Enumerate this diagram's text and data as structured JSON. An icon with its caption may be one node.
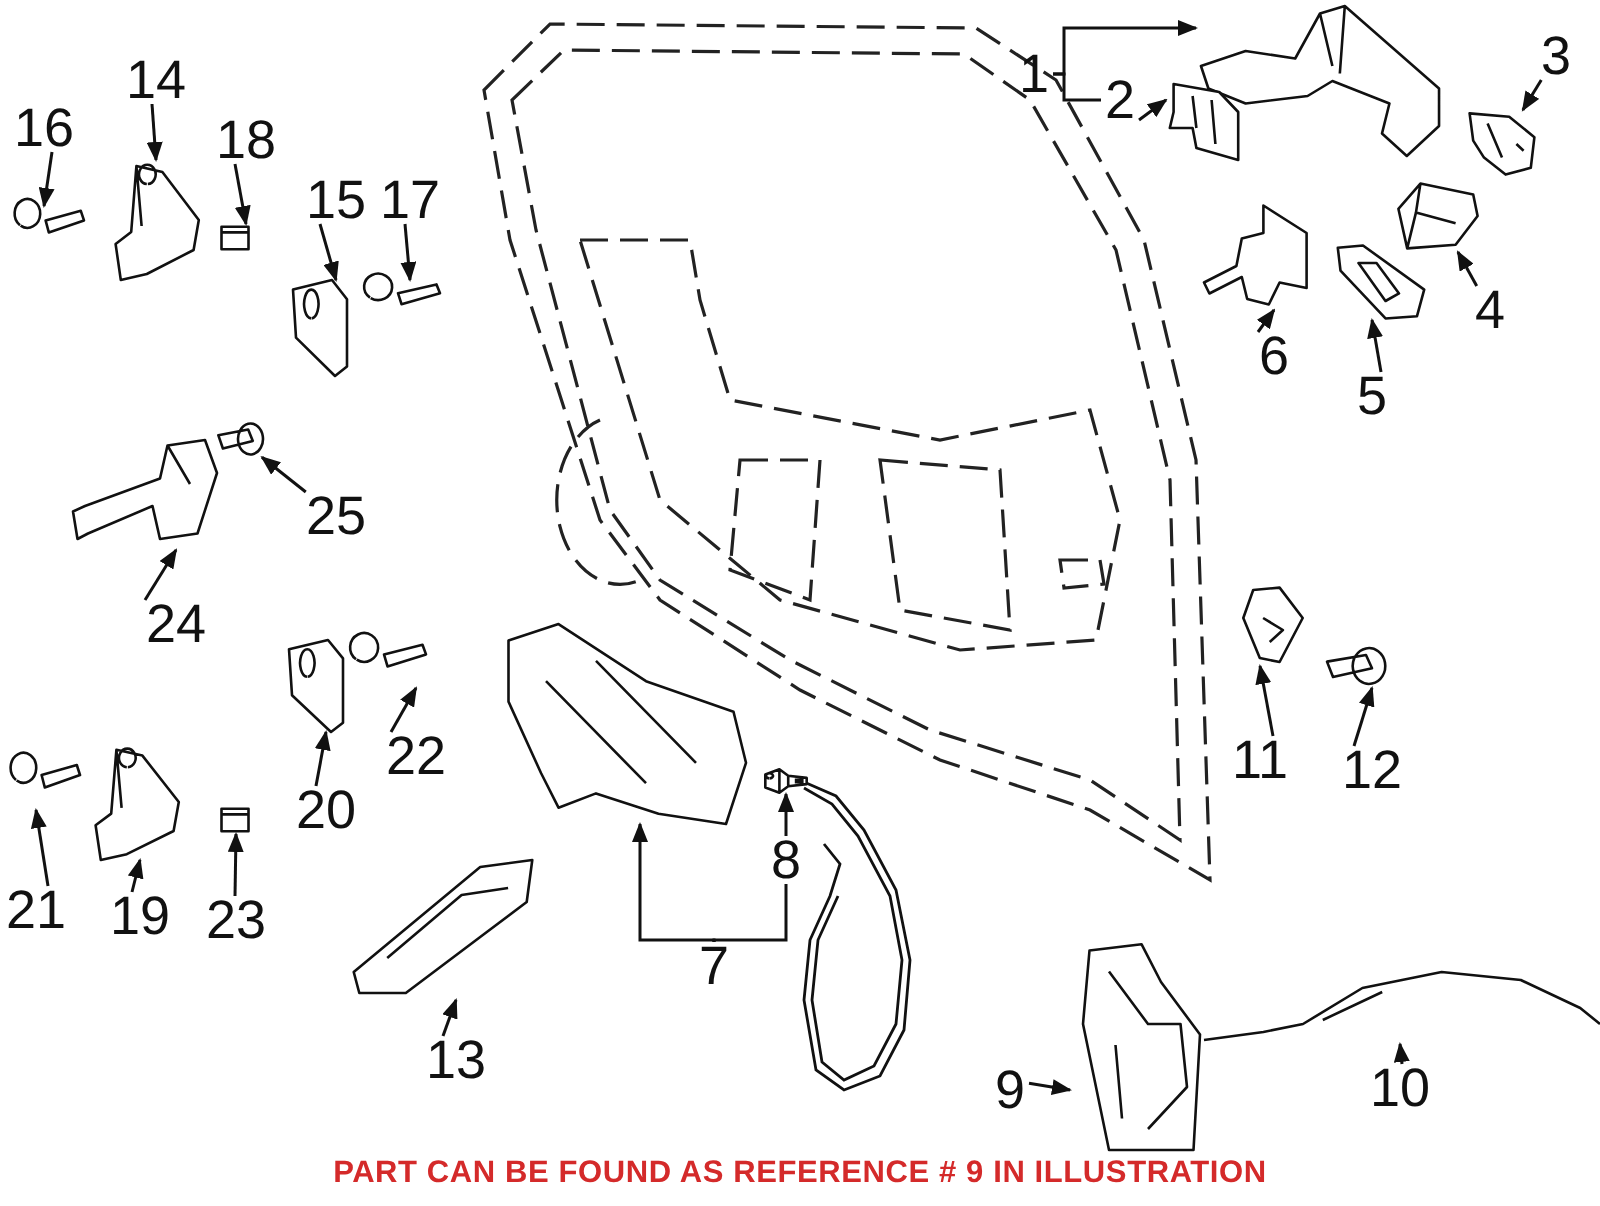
{
  "diagram": {
    "caption": "PART CAN BE FOUND AS REFERENCE # 9 IN ILLUSTRATION",
    "nodes": [
      {
        "text": [
          "1"
        ]
      },
      {
        "text": [
          "2"
        ]
      },
      {
        "text": [
          "3"
        ]
      },
      {
        "text": [
          "4"
        ]
      },
      {
        "text": [
          "5"
        ]
      },
      {
        "text": [
          "6"
        ]
      },
      {
        "text": [
          "7"
        ]
      },
      {
        "text": [
          "8"
        ]
      },
      {
        "text": [
          "9"
        ]
      },
      {
        "text": [
          "10"
        ]
      },
      {
        "text": [
          "11"
        ]
      },
      {
        "text": [
          "12"
        ]
      },
      {
        "text": [
          "13"
        ]
      },
      {
        "text": [
          "14"
        ]
      },
      {
        "text": [
          "15"
        ]
      },
      {
        "text": [
          "16"
        ]
      },
      {
        "text": [
          "17"
        ]
      },
      {
        "text": [
          "18"
        ]
      },
      {
        "text": [
          "19"
        ]
      },
      {
        "text": [
          "20"
        ]
      },
      {
        "text": [
          "21"
        ]
      },
      {
        "text": [
          "22"
        ]
      },
      {
        "text": [
          "23"
        ]
      },
      {
        "text": [
          "24"
        ]
      },
      {
        "text": [
          "25"
        ]
      },
      {
        "text": [],
        "shape": "picture"
      },
      {
        "text": [],
        "shape": "picture"
      },
      {
        "text": [],
        "shape": "picture"
      },
      {
        "text": [],
        "shape": "picture"
      },
      {
        "text": [],
        "shape": "picture"
      },
      {
        "text": [],
        "shape": "picture"
      },
      {
        "text": [],
        "shape": "picture"
      },
      {
        "text": [],
        "shape": "picture"
      },
      {
        "text": [],
        "shape": "picture"
      },
      {
        "text": [],
        "shape": "picture"
      },
      {
        "text": [],
        "shape": "picture"
      },
      {
        "text": [],
        "shape": "picture"
      },
      {
        "text": [],
        "shape": "picture"
      },
      {
        "text": [],
        "shape": "picture"
      },
      {
        "text": [],
        "shape": "picture"
      },
      {
        "text": [],
        "shape": "picture"
      },
      {
        "text": [],
        "shape": "picture"
      },
      {
        "text": [],
        "shape": "picture"
      },
      {
        "text": [],
        "shape": "picture"
      },
      {
        "text": [],
        "shape": "picture"
      },
      {
        "text": [],
        "shape": "picture"
      },
      {
        "text": [],
        "shape": "picture"
      },
      {
        "text": [],
        "shape": "picture"
      },
      {
        "text": [],
        "shape": "picture"
      },
      {
        "text": [],
        "shape": "picture"
      }
    ],
    "edges": [
      {
        "from": 0,
        "to": 25,
        "arrow": "to"
      },
      {
        "from": 0,
        "to": 1,
        "arrow": "none"
      },
      {
        "from": 1,
        "to": 26,
        "arrow": "to"
      },
      {
        "from": 2,
        "to": 27,
        "arrow": "to"
      },
      {
        "from": 3,
        "to": 28,
        "arrow": "to"
      },
      {
        "from": 4,
        "to": 29,
        "arrow": "to"
      },
      {
        "from": 5,
        "to": 30,
        "arrow": "to"
      },
      {
        "from": 6,
        "to": 31,
        "arrow": "to"
      },
      {
        "from": 6,
        "to": 7,
        "arrow": "none"
      },
      {
        "from": 7,
        "to": 32,
        "arrow": "to"
      },
      {
        "from": 8,
        "to": 33,
        "arrow": "to"
      },
      {
        "from": 9,
        "to": 34,
        "arrow": "to"
      },
      {
        "from": 10,
        "to": 35,
        "arrow": "to"
      },
      {
        "from": 11,
        "to": 36,
        "arrow": "to"
      },
      {
        "from": 12,
        "to": 37,
        "arrow": "to"
      },
      {
        "from": 13,
        "to": 38,
        "arrow": "to"
      },
      {
        "from": 14,
        "to": 39,
        "arrow": "to"
      },
      {
        "from": 15,
        "to": 40,
        "arrow": "to"
      },
      {
        "from": 16,
        "to": 41,
        "arrow": "to"
      },
      {
        "from": 17,
        "to": 42,
        "arrow": "to"
      },
      {
        "from": 18,
        "to": 43,
        "arrow": "to"
      },
      {
        "from": 19,
        "to": 44,
        "arrow": "to"
      },
      {
        "from": 20,
        "to": 45,
        "arrow": "to"
      },
      {
        "from": 21,
        "to": 46,
        "arrow": "to"
      },
      {
        "from": 22,
        "to": 47,
        "arrow": "to"
      },
      {
        "from": 23,
        "to": 48,
        "arrow": "to"
      },
      {
        "from": 24,
        "to": 49,
        "arrow": "to"
      }
    ]
  }
}
